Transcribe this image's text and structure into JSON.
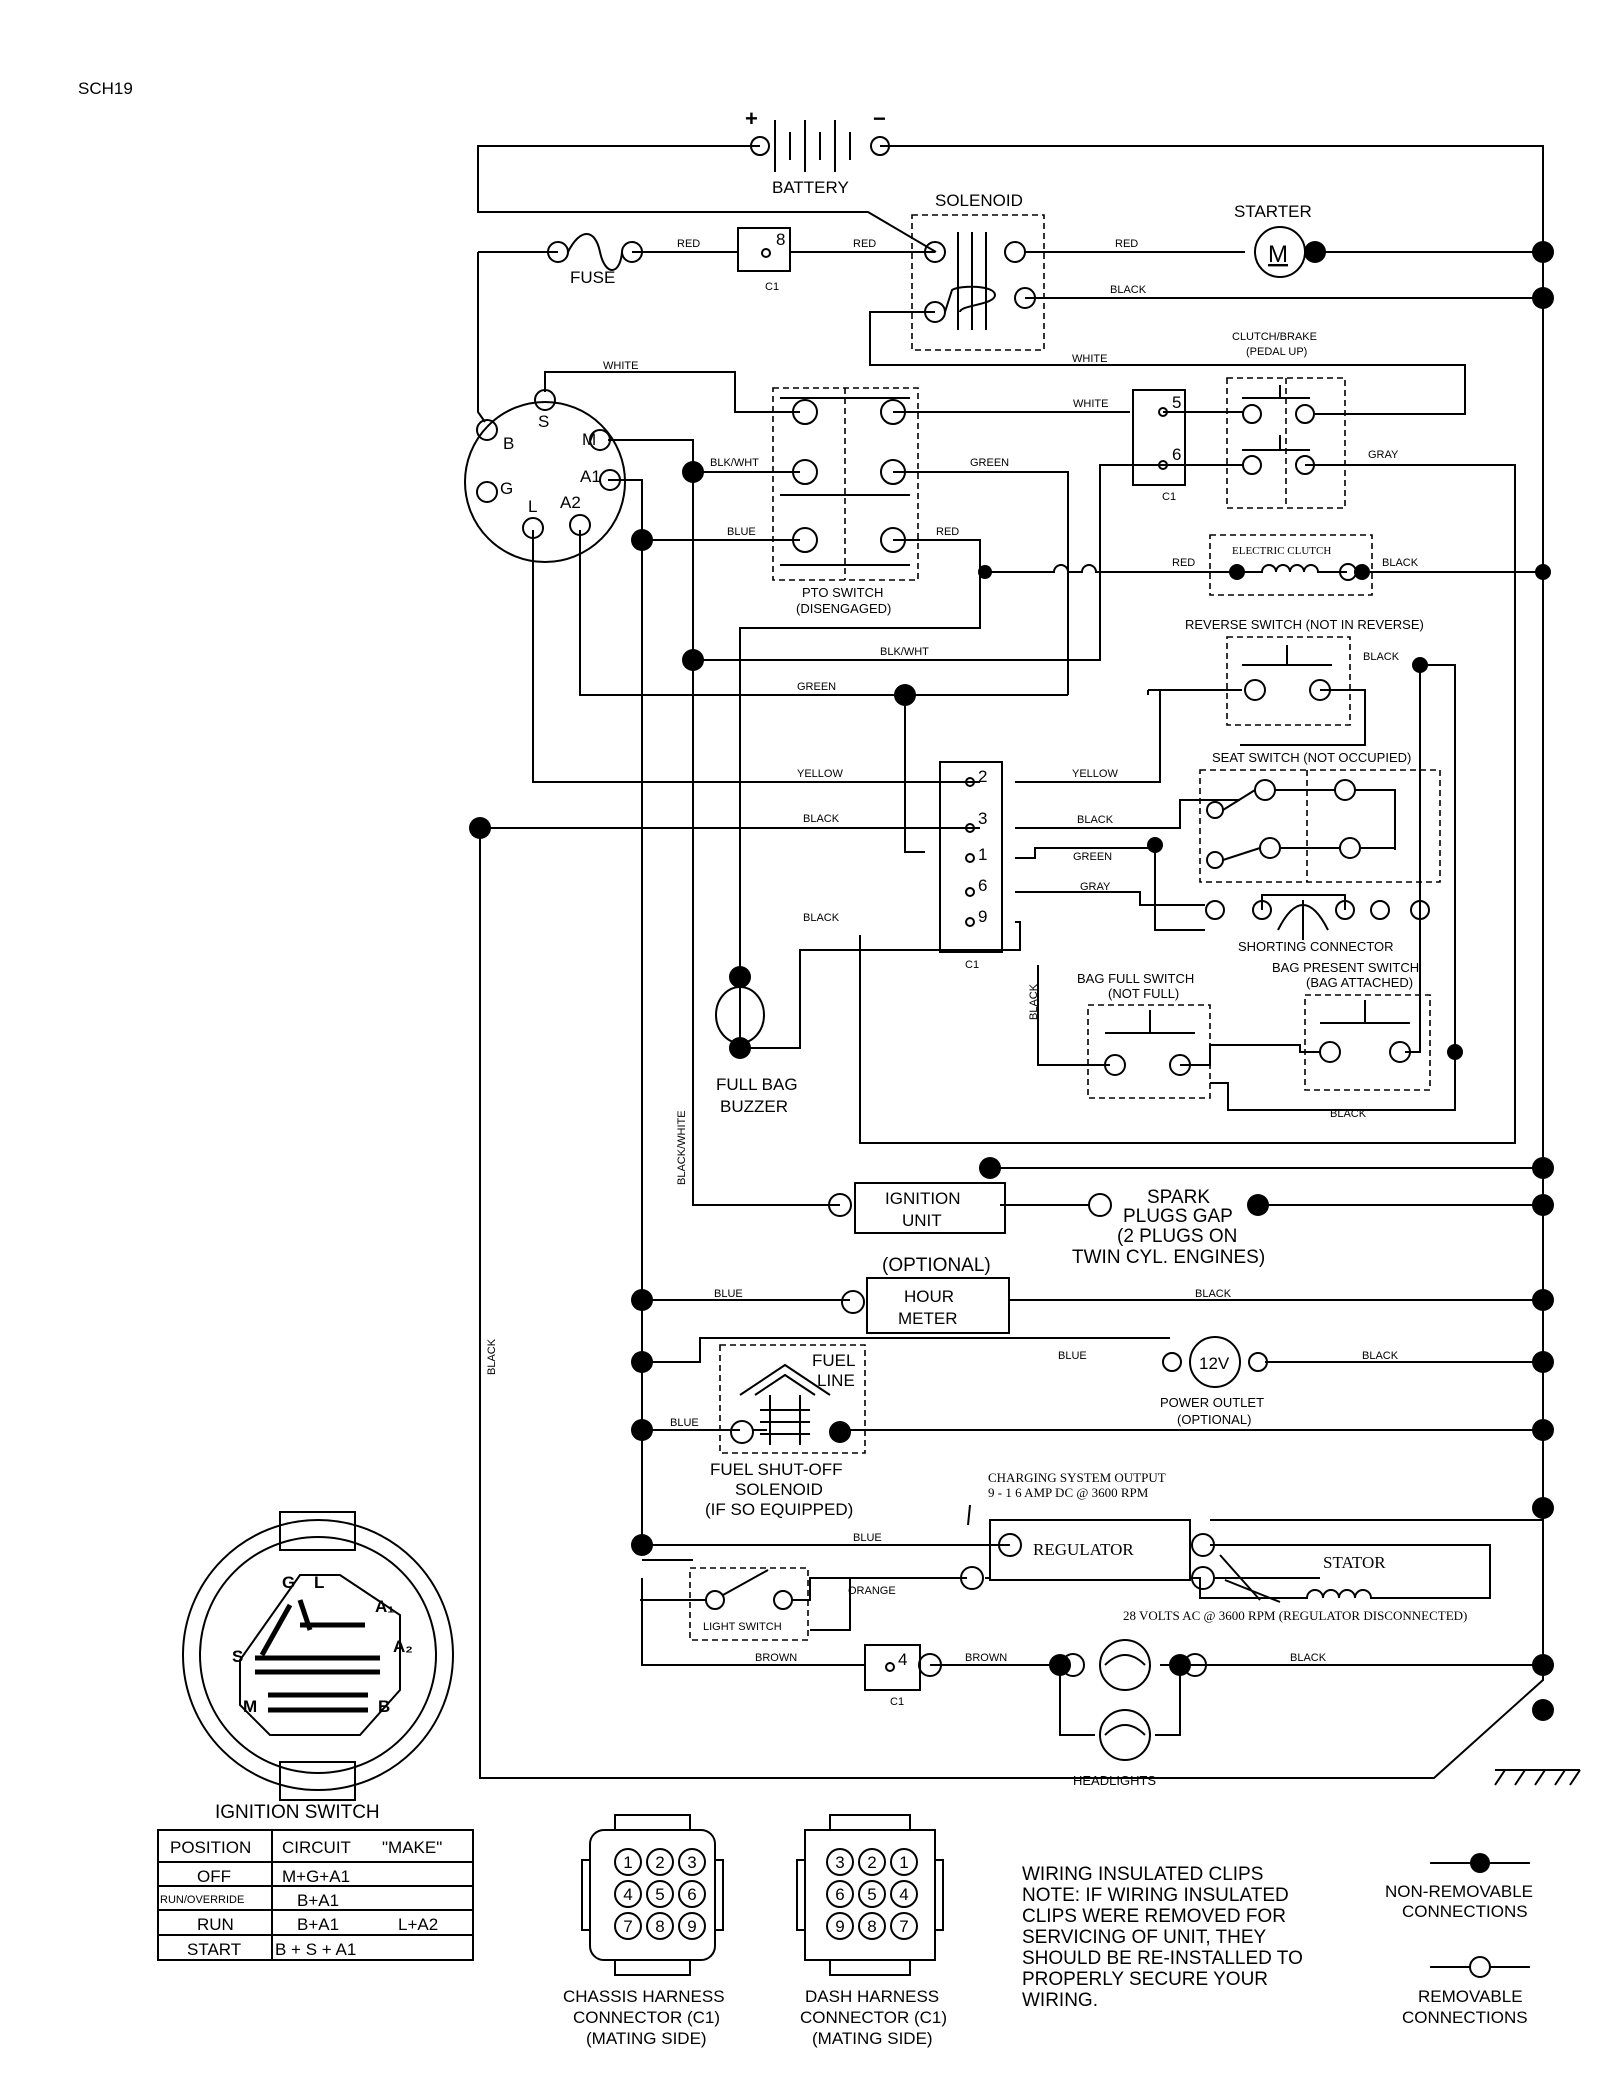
{
  "doc_code": "SCH19",
  "battery": {
    "label": "BATTERY",
    "plus": "+",
    "minus": "−"
  },
  "fuse": "FUSE",
  "solenoid": "SOLENOID",
  "starter": {
    "label": "STARTER",
    "symbol": "M"
  },
  "clutch_brake": {
    "line1": "CLUTCH/BRAKE",
    "line2": "(PEDAL UP)"
  },
  "pto": {
    "line1": "PTO SWITCH",
    "line2": "(DISENGAGED)"
  },
  "electric_clutch": "ELECTRIC CLUTCH",
  "reverse_switch": "REVERSE SWITCH (NOT IN REVERSE)",
  "seat_switch": "SEAT SWITCH (NOT OCCUPIED)",
  "shorting_connector": "SHORTING CONNECTOR",
  "bag_full": {
    "line1": "BAG FULL SWITCH",
    "line2": "(NOT FULL)"
  },
  "bag_present": {
    "line1": "BAG PRESENT SWITCH",
    "line2": "(BAG ATTACHED)"
  },
  "buzzer": {
    "line1": "FULL BAG",
    "line2": "BUZZER"
  },
  "ignition_unit": {
    "line1": "IGNITION",
    "line2": "UNIT"
  },
  "spark": {
    "line1": "SPARK",
    "line2": "PLUGS GAP",
    "line3": "(2 PLUGS ON",
    "line4": "TWIN CYL. ENGINES)"
  },
  "hour_meter": {
    "optional": "(OPTIONAL)",
    "line1": "HOUR",
    "line2": "METER"
  },
  "fuel_line": {
    "line1": "FUEL",
    "line2": "LINE"
  },
  "power_outlet": {
    "symbol": "12V",
    "line1": "POWER OUTLET",
    "line2": "(OPTIONAL)"
  },
  "fuel_solenoid": {
    "line1": "FUEL SHUT-OFF",
    "line2": "SOLENOID",
    "line3": "(IF SO EQUIPPED)"
  },
  "charging": {
    "line1": "CHARGING SYSTEM OUTPUT",
    "line2": "9 - 1 6 AMP DC @ 3600 RPM"
  },
  "regulator": "REGULATOR",
  "stator": "STATOR",
  "ac_note": "28 VOLTS AC @ 3600 RPM (REGULATOR DISCONNECTED)",
  "light_switch": "LIGHT SWITCH",
  "headlights": "HEADLIGHTS",
  "connector_label": "C1",
  "pins": {
    "p8": "8",
    "p5": "5",
    "p6": "6",
    "p2": "2",
    "p3": "3",
    "p1": "1",
    "p9": "9",
    "p4": "4"
  },
  "ign_terminals": {
    "b": "B",
    "s": "S",
    "m": "M",
    "a1": "A1",
    "g": "G",
    "l": "L",
    "a2": "A2"
  },
  "ign_face": {
    "g": "G",
    "l": "L",
    "a1": "A₁",
    "a2": "A₂",
    "s": "S",
    "m": "M",
    "b": "B"
  },
  "wires": {
    "red": "RED",
    "black": "BLACK",
    "white": "WHITE",
    "green": "GREEN",
    "gray": "GRAY",
    "blue": "BLUE",
    "blkwht": "BLK/WHT",
    "yellow": "YELLOW",
    "orange": "ORANGE",
    "brown": "BROWN",
    "black_white": "BLACK/WHITE"
  },
  "ignition_switch": {
    "title": "IGNITION SWITCH",
    "headers": [
      "POSITION",
      "CIRCUIT",
      "\"MAKE\""
    ],
    "rows": [
      {
        "position": "OFF",
        "circuit": "M+G+A1",
        "extra": ""
      },
      {
        "position": "RUN/OVERRIDE",
        "circuit": "B+A1",
        "extra": ""
      },
      {
        "position": "RUN",
        "circuit": "B+A1",
        "extra": "L+A2"
      },
      {
        "position": "START",
        "circuit": "B + S + A1",
        "extra": ""
      }
    ]
  },
  "chassis_connector": {
    "line1": "CHASSIS HARNESS",
    "line2": "CONNECTOR (C1)",
    "line3": "(MATING SIDE)",
    "pins": [
      "1",
      "2",
      "3",
      "4",
      "5",
      "6",
      "7",
      "8",
      "9"
    ]
  },
  "dash_connector": {
    "line1": "DASH HARNESS",
    "line2": "CONNECTOR (C1)",
    "line3": "(MATING SIDE)",
    "pins": [
      "3",
      "2",
      "1",
      "6",
      "5",
      "4",
      "9",
      "8",
      "7"
    ]
  },
  "note": {
    "lines": [
      "WIRING INSULATED CLIPS",
      "NOTE: IF WIRING INSULATED",
      "CLIPS WERE REMOVED FOR",
      "SERVICING OF UNIT, THEY",
      "SHOULD BE RE-INSTALLED TO",
      "PROPERLY SECURE YOUR",
      "WIRING."
    ]
  },
  "legend": {
    "non_removable": {
      "line1": "NON-REMOVABLE",
      "line2": "CONNECTIONS"
    },
    "removable": {
      "line1": "REMOVABLE",
      "line2": "CONNECTIONS"
    }
  }
}
